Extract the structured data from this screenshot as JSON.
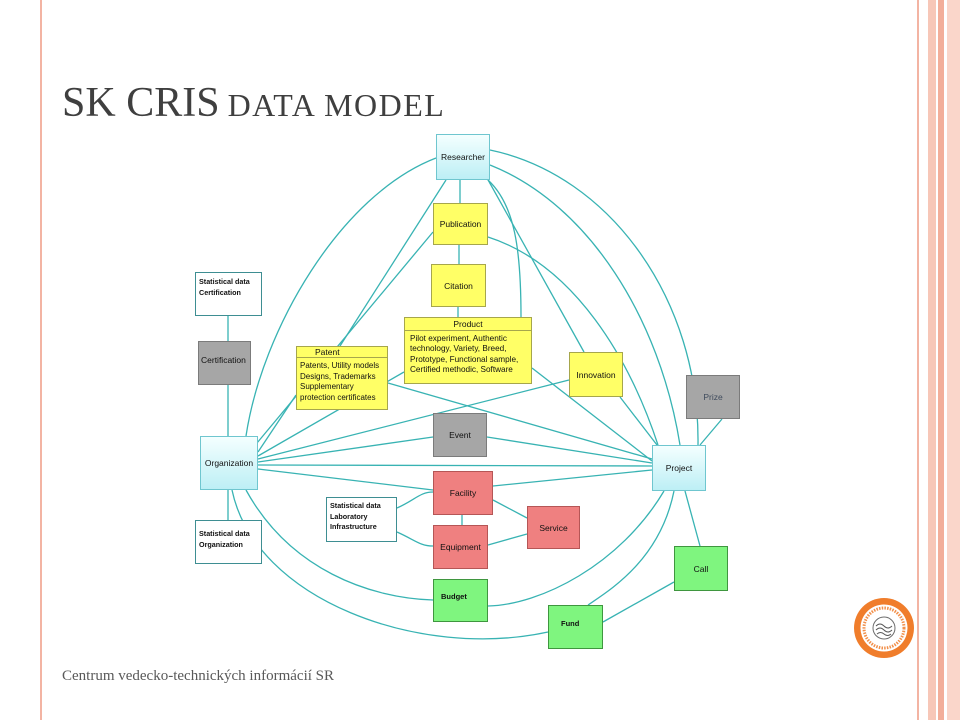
{
  "title": {
    "main": "SK CRIS",
    "sub": "DATA MODEL"
  },
  "footer": {
    "text": "Centrum vedecko-technických informácií SR"
  },
  "diagram": {
    "nodes": {
      "researcher": "Researcher",
      "publication": "Publication",
      "citation": "Citation",
      "product": {
        "header": "Product",
        "lines": [
          "Pilot experiment, Authentic",
          "technology, Variety, Breed,",
          "Prototype, Functional sample,",
          "Certified methodic, Software"
        ]
      },
      "patent": {
        "header": "Patent",
        "lines": [
          "Patents, Utility models",
          "Designs, Trademarks",
          "Supplementary",
          "protection certificates"
        ]
      },
      "stat_certification": [
        "Statistical data",
        "Certification"
      ],
      "certification": "Certification",
      "organization": "Organization",
      "stat_organization": [
        "Statistical data",
        "Organization"
      ],
      "innovation": "Innovation",
      "prize": "Prize",
      "event": "Event",
      "project": "Project",
      "facility": "Facility",
      "stat_laboratory": [
        "Statistical data",
        "Laboratory",
        "Infrastructure"
      ],
      "service": "Service",
      "equipment": "Equipment",
      "budget": "Budget",
      "call": "Call",
      "fund": "Fund"
    }
  },
  "colors": {
    "accent": "#F3B4A3",
    "connector": "#38B3B3",
    "cyan": "#BDEFF5",
    "yellow": "#FFFF66",
    "gray": "#A6A6A6",
    "red": "#EF8080",
    "green": "#7FF57F",
    "logo": "#F07D2B"
  }
}
